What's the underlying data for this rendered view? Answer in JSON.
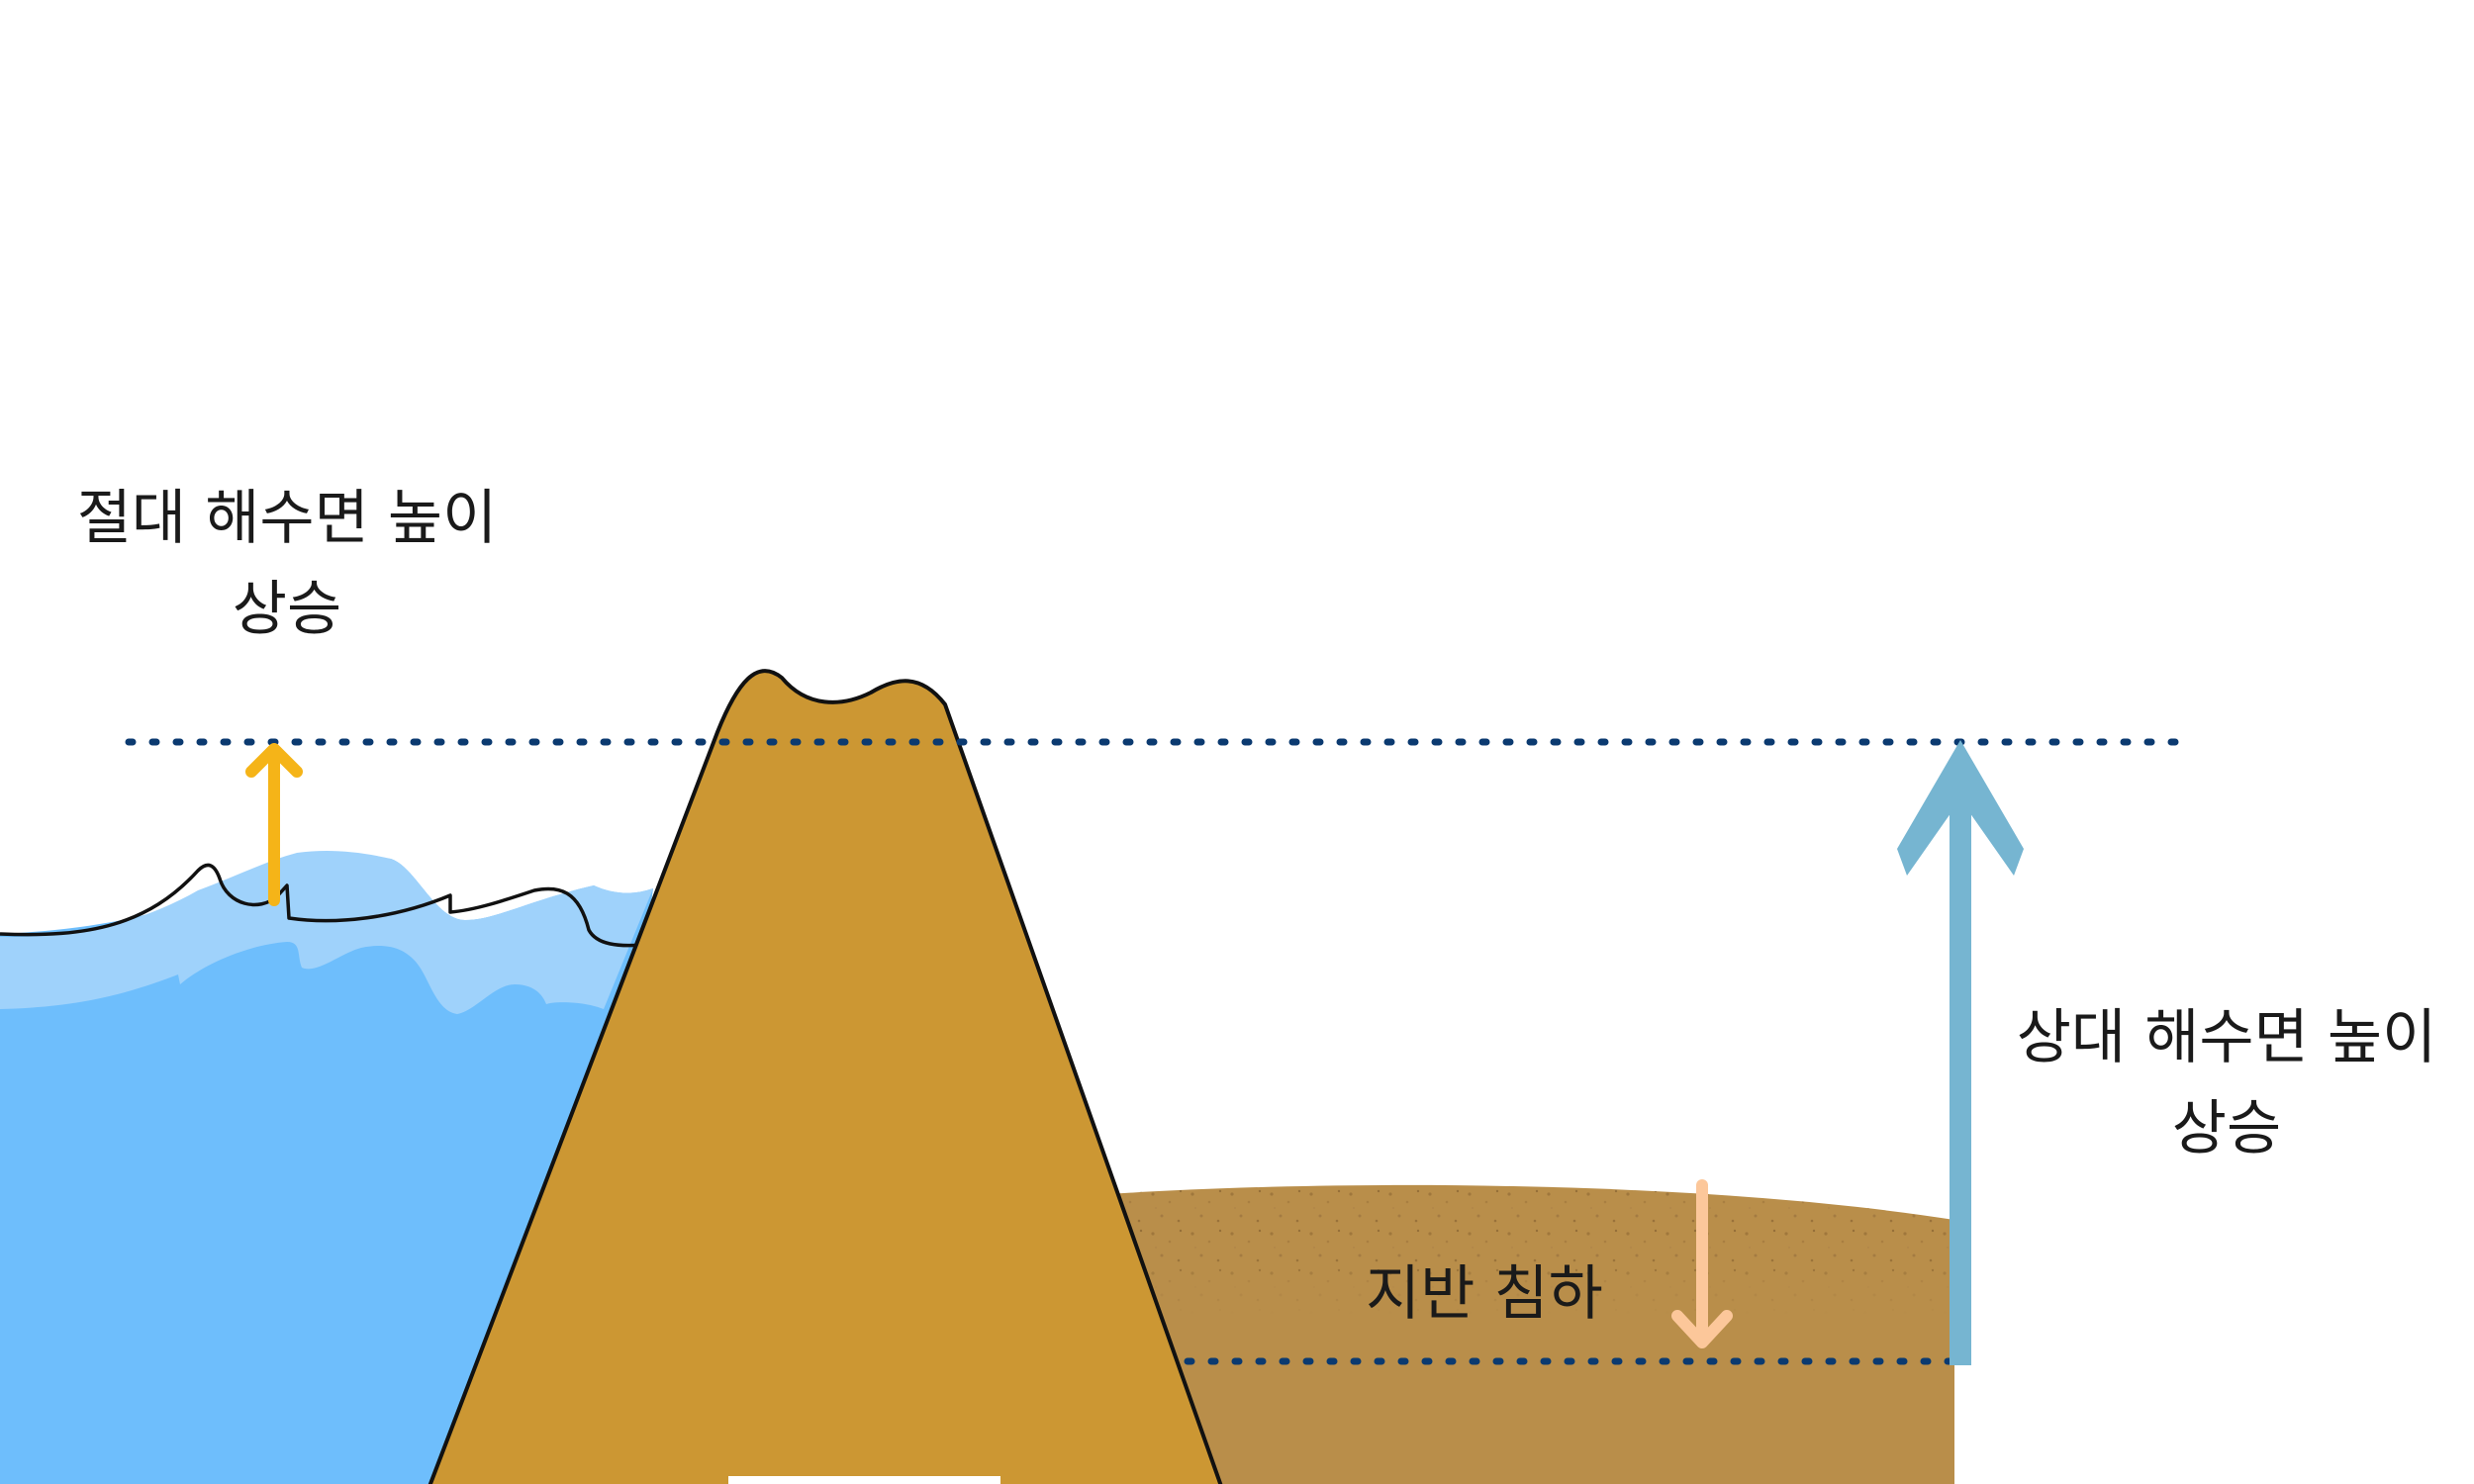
{
  "labels": {
    "absolute_rise": [
      "절대 해수면 높이",
      "상승"
    ],
    "relative_rise": [
      "상대 해수면 높이",
      "상승"
    ],
    "subsidence": "지반 침하"
  },
  "colors": {
    "sea_deep": "#6ebefc",
    "sea_light": "#9fd2fb",
    "mountain": "#cc9733",
    "land": "#b98e4a",
    "dotted_line": "#0b3a70",
    "absolute_arrow": "#f5b418",
    "relative_arrow": "#76b5d1",
    "subsidence_arrow": "#fcc79a"
  }
}
